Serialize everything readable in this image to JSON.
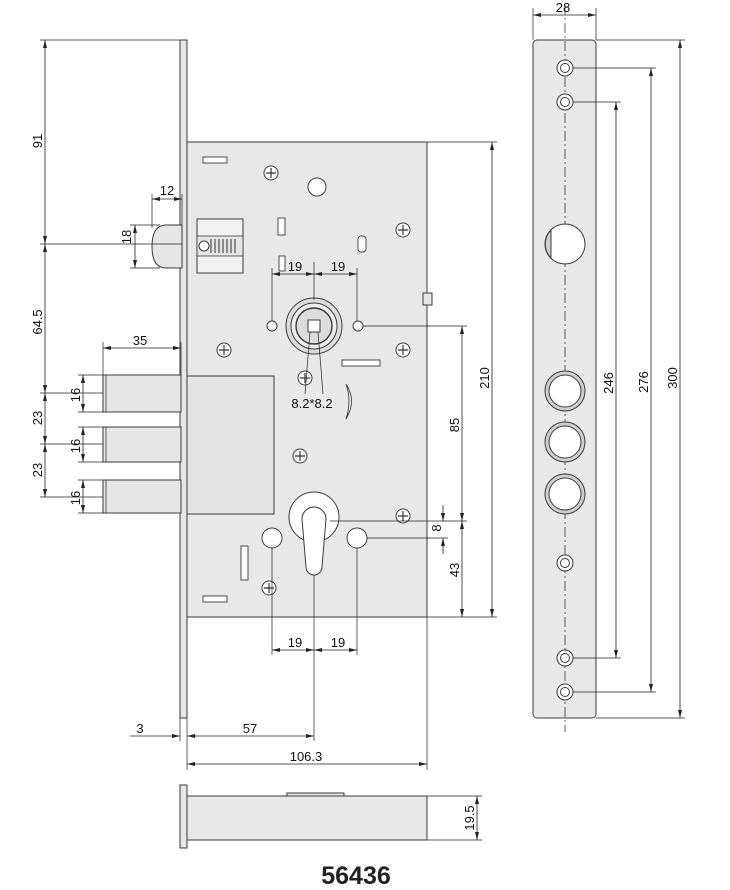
{
  "model_number": "56436",
  "dimensions": {
    "faceplate_width": "28",
    "latch_to_top": "91",
    "latch_projection": "12",
    "latch_height": "18",
    "latch_to_deadbolt": "64.5",
    "deadbolt_projection": "35",
    "deadbolt_height_1": "16",
    "deadbolt_height_2": "16",
    "deadbolt_height_3": "16",
    "deadbolt_pitch_1": "23",
    "deadbolt_pitch_2": "23",
    "follower_hole_left": "19",
    "follower_hole_right": "19",
    "follower_square": "8.2*8.2",
    "case_height": "210",
    "center_distance": "85",
    "cylinder_offset": "8",
    "cylinder_to_bottom": "43",
    "cylinder_hole_left": "19",
    "cylinder_hole_right": "19",
    "faceplate_thickness": "3",
    "backset": "57",
    "case_depth": "106.3",
    "case_thickness": "19.5",
    "screw_pitch_inner": "246",
    "screw_pitch_middle": "276",
    "faceplate_length": "300"
  }
}
